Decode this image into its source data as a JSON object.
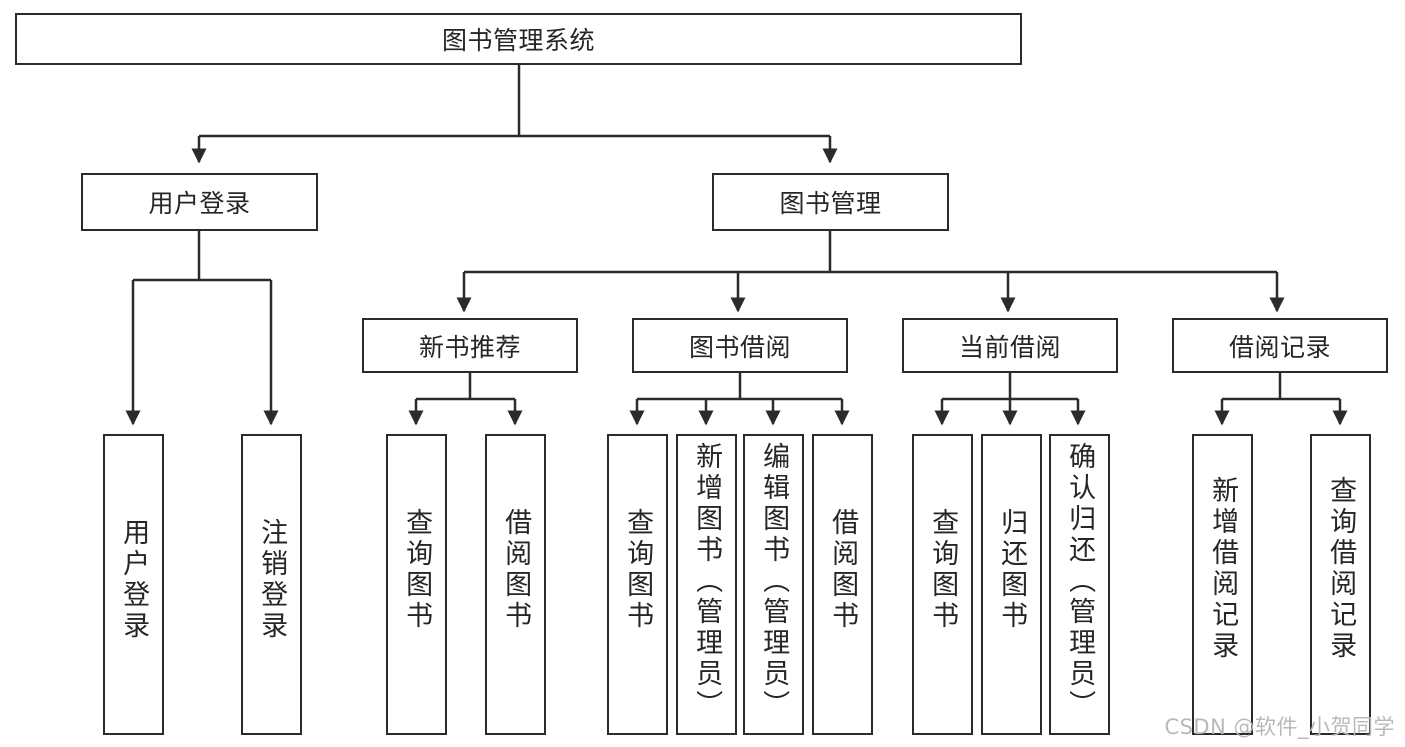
{
  "diagram": {
    "title_node": {
      "label": "图书管理系统"
    },
    "level2": [
      {
        "id": "user-login",
        "label": "用户登录"
      },
      {
        "id": "book-management",
        "label": "图书管理"
      }
    ],
    "level3": [
      {
        "id": "new-book-recommend",
        "label": "新书推荐"
      },
      {
        "id": "book-borrow",
        "label": "图书借阅"
      },
      {
        "id": "current-borrow",
        "label": "当前借阅"
      },
      {
        "id": "borrow-record",
        "label": "借阅记录"
      }
    ],
    "leaves": [
      {
        "id": "leaf-user-login",
        "label": "用户登录"
      },
      {
        "id": "leaf-logout-login",
        "label": "注销登录"
      },
      {
        "id": "leaf-query-book-1",
        "label": "查询图书"
      },
      {
        "id": "leaf-borrow-book-1",
        "label": "借阅图书"
      },
      {
        "id": "leaf-query-book-2",
        "label": "查询图书"
      },
      {
        "id": "leaf-add-book",
        "label": "新增图书（管理员）"
      },
      {
        "id": "leaf-edit-book",
        "label": "编辑图书（管理员）"
      },
      {
        "id": "leaf-borrow-book-2",
        "label": "借阅图书"
      },
      {
        "id": "leaf-query-book-3",
        "label": "查询图书"
      },
      {
        "id": "leaf-return-book",
        "label": "归还图书"
      },
      {
        "id": "leaf-confirm-return",
        "label": "确认归还（管理员）"
      },
      {
        "id": "leaf-add-record",
        "label": "新增借阅记录"
      },
      {
        "id": "leaf-query-record",
        "label": "查询借阅记录"
      }
    ],
    "watermark": "CSDN @软件_小贺同学",
    "colors": {
      "stroke": "#2b2b2b",
      "background": "#ffffff",
      "text": "#262626",
      "watermark": "#b9b9b9"
    }
  }
}
